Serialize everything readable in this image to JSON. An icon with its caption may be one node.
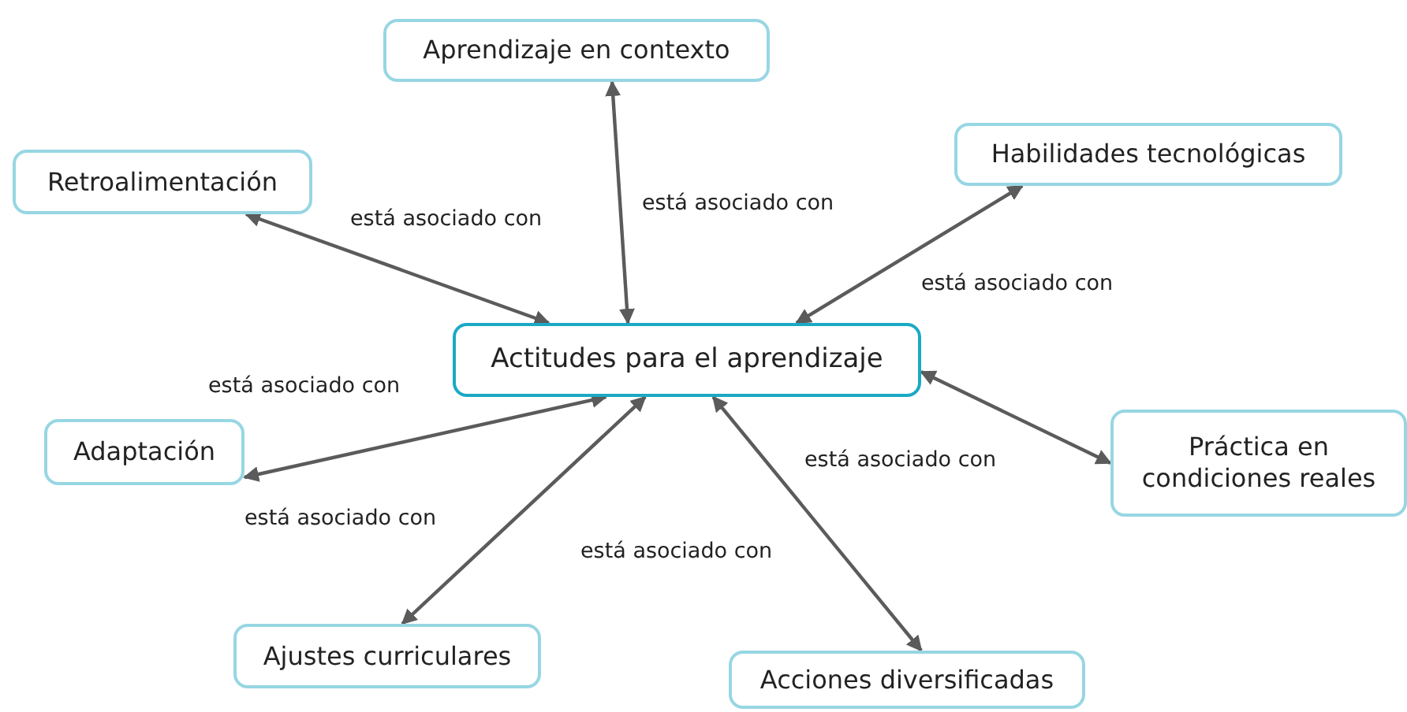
{
  "diagram": {
    "nodes": [
      {
        "text": [
          "Aprendizaje en contexto"
        ]
      },
      {
        "text": [
          "Retroalimentación"
        ]
      },
      {
        "text": [
          "Habilidades tecnológicas"
        ]
      },
      {
        "text": [
          "Actitudes para el aprendizaje"
        ]
      },
      {
        "text": [
          "Adaptación"
        ]
      },
      {
        "text": [
          "Práctica en condiciones reales"
        ]
      },
      {
        "text": [
          "Ajustes curriculares"
        ]
      },
      {
        "text": [
          "Acciones diversificadas"
        ]
      }
    ],
    "edges": [
      {
        "from": 3,
        "to": 0,
        "arrow": "both",
        "label": "está asociado con"
      },
      {
        "from": 3,
        "to": 1,
        "arrow": "both",
        "label": "está asociado con"
      },
      {
        "from": 3,
        "to": 2,
        "arrow": "both",
        "label": "está asociado con"
      },
      {
        "from": 3,
        "to": 4,
        "arrow": "both",
        "label": "está asociado con"
      },
      {
        "from": 3,
        "to": 5,
        "arrow": "both",
        "label": "está asociado con"
      },
      {
        "from": 3,
        "to": 6,
        "arrow": "both",
        "label": "está asociado con"
      },
      {
        "from": 3,
        "to": 7,
        "arrow": "both",
        "label": "está asociado con"
      }
    ]
  }
}
